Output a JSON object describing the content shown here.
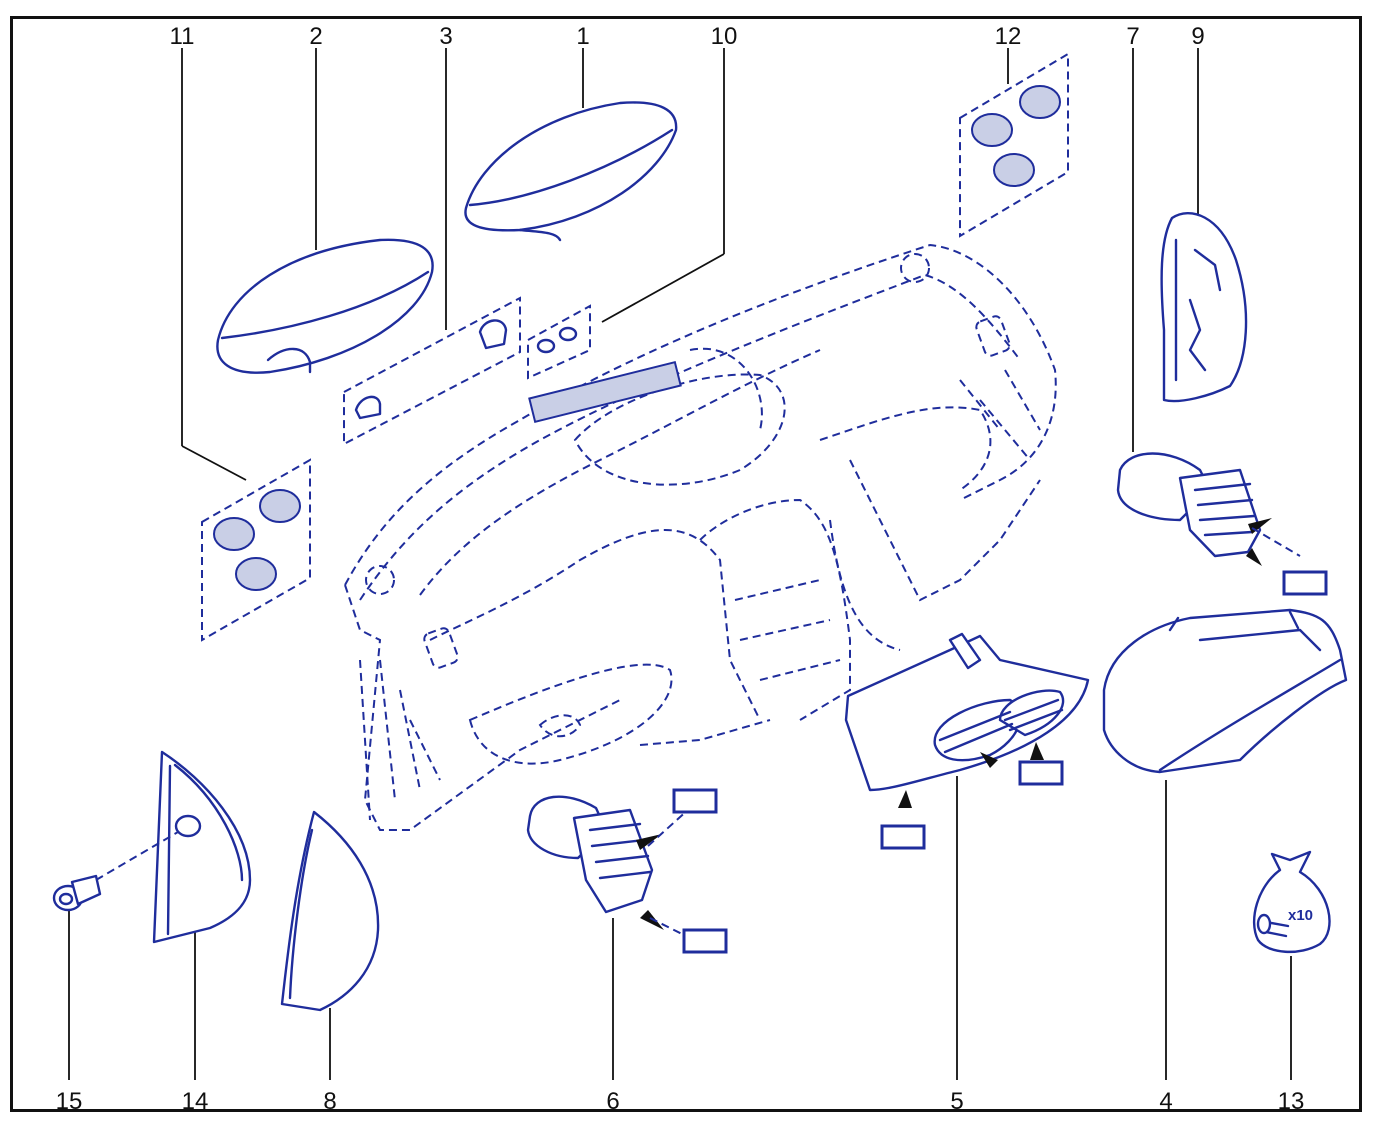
{
  "diagram": {
    "callouts": [
      {
        "id": "11",
        "label": "11"
      },
      {
        "id": "2",
        "label": "2"
      },
      {
        "id": "3",
        "label": "3"
      },
      {
        "id": "1",
        "label": "1"
      },
      {
        "id": "10",
        "label": "10"
      },
      {
        "id": "12",
        "label": "12"
      },
      {
        "id": "7",
        "label": "7"
      },
      {
        "id": "9",
        "label": "9"
      },
      {
        "id": "15",
        "label": "15"
      },
      {
        "id": "14",
        "label": "14"
      },
      {
        "id": "8",
        "label": "8"
      },
      {
        "id": "6",
        "label": "6"
      },
      {
        "id": "5",
        "label": "5"
      },
      {
        "id": "4",
        "label": "4"
      },
      {
        "id": "13",
        "label": "13"
      }
    ],
    "fastener_bag_label": "x10",
    "colors": {
      "line": "#1f2d9c",
      "frame": "#111111",
      "grille_fill": "#c9cfe6"
    }
  }
}
